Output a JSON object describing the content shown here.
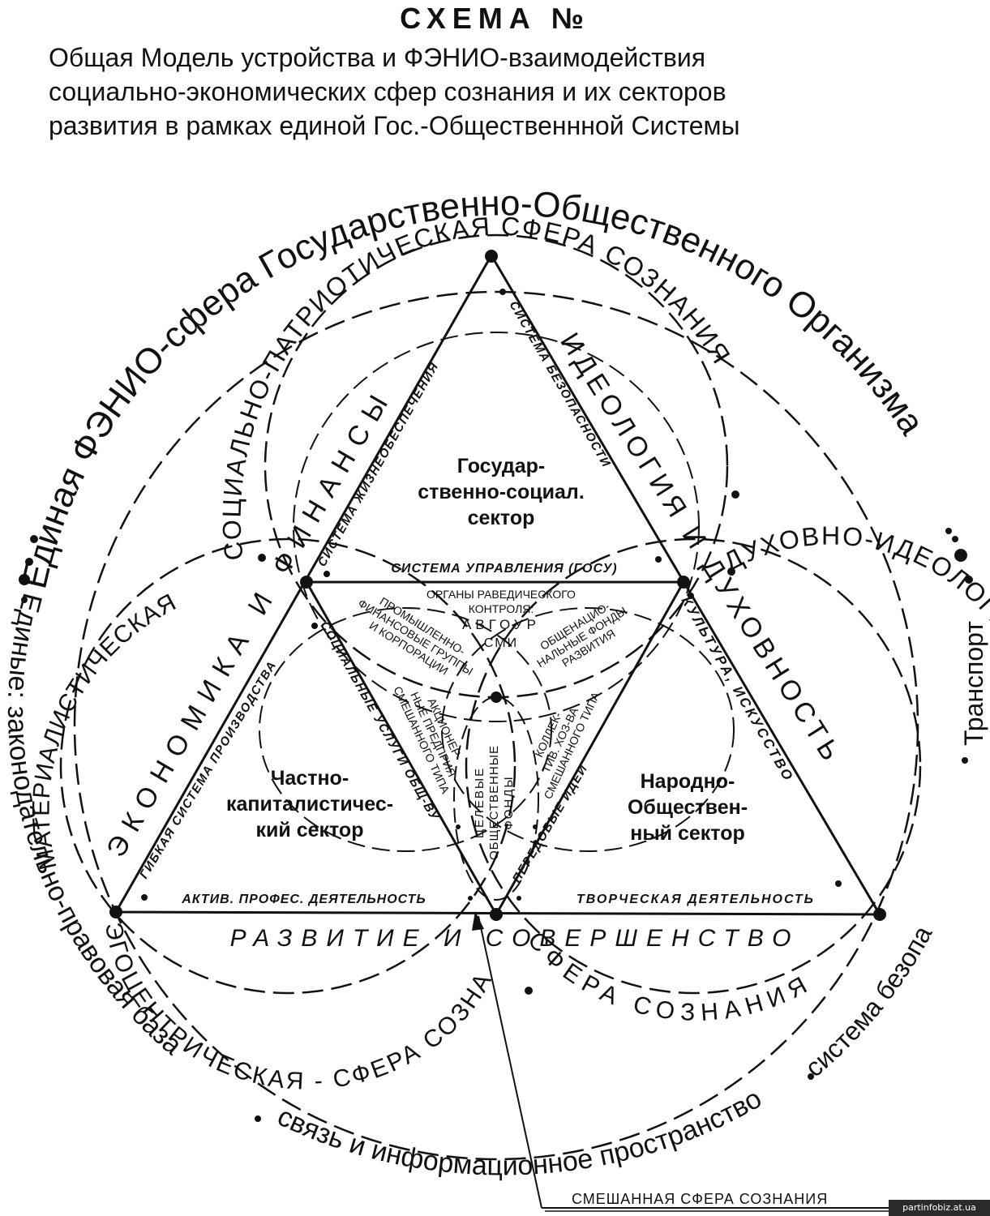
{
  "header": {
    "title": "СХЕМА №",
    "subtitle_lines": [
      "Общая Модель устройства и ФЭНИО-взаимодействия",
      "социально-экономических сфер сознания и их секторов",
      "развития в рамках единой Гос.-Общественнной Системы"
    ]
  },
  "diagram": {
    "outer_ring": "Единая ФЭНИО-сфера Государственно-Общественного Организма",
    "outer_right": "Транспорт",
    "outer_bottom_left": "Единые: законодательно-правовая база",
    "outer_bottom": "связь и информационное пространство",
    "outer_bottom_right": "система безопасности",
    "sphere_social": "СОЦИАЛЬНО-ПАТРИОТИЧЕСКАЯ СФЕРА СОЗНАНИЯ",
    "sphere_material": "МАТЕРИАЛИСТИЧЕСКАЯ",
    "sphere_egocentric": "ЭГОЦЕНТРИЧЕСКАЯ - СФЕРА СОЗНАНИЯ",
    "sphere_spiritual": "ДУХОВНО-ИДЕОЛОГИЧЕСКАЯ",
    "sphere_spiritual_bottom": "СФЕРА СОЗНАНИЯ",
    "axis_economy": "ЭКОНОМИКА И ФИНАНСЫ",
    "axis_ideology": "ИДЕОЛОГИЯ И ДУХОВНОСТЬ",
    "axis_development": "РАЗВИТИЕ И СОВЕРШЕНСТВО",
    "edge_life": "СИСТЕМА ЖИЗНЕОБЕСПЕЧЕНИЯ",
    "edge_security": "СИСТЕМА БЕЗОПАСНОСТИ",
    "edge_production": "ГИБКАЯ СИСТЕМА ПРОИЗВОДСТВА",
    "edge_culture": "КУЛЬТУРА, ИСКУССТВО",
    "edge_activity": "АКТИВ. ПРОФЕС. ДЕЯТЕЛЬНОСТЬ",
    "edge_creative": "ТВОРЧЕСКАЯ ДЕЯТЕЛЬНОСТЬ",
    "edge_management": "СИСТЕМА УПРАВЛЕНИЯ (ГОСУ)",
    "edge_services": "СОЦИАЛЬНЫЕ УСЛУГИ ОБЩ-ВУ",
    "edge_ideas": "ПЕРЕДОВЫЕ ИДЕИ",
    "sector_state": [
      "Государ-",
      "ственно-социал.",
      "сектор"
    ],
    "sector_private": [
      "Частно-",
      "капиталистичес-",
      "кий сектор"
    ],
    "sector_people": [
      "Народно-",
      "Обществен-",
      "ный сектор"
    ],
    "inner_control": [
      "ОРГАНЫ РАВЕДИЧЕСКОГО",
      "КОНТРОЛЯ:",
      "АВГОУР",
      "СМИ"
    ],
    "inner_industrial": [
      "ПРОМЫШЛЕННО-",
      "ФИНАНСОВЫЕ ГРУППЫ",
      "И КОРПОРАЦИИ"
    ],
    "inner_national": [
      "ОБЩЕНАЦИО-",
      "НАЛЬНЫЕ ФОНДЫ",
      "РАЗВИТИЯ"
    ],
    "inner_joint": [
      "АКЦИОНЕР-",
      "НЫЕ ПРЕДПРИЯ",
      "СМЕШАННОГО ТИПА"
    ],
    "inner_collective": [
      "КОЛЛЕК-",
      "ТИВ. ХОЗ-ВА",
      "СМЕШАННОГО ТИПА"
    ],
    "inner_funds": [
      "ЦЕЛЕВЫЕ",
      "ОБЩЕСТВЕННЫЕ",
      "ФОНДЫ"
    ],
    "mixed_sphere": "СМЕШАННАЯ СФЕРА СОЗНАНИЯ"
  },
  "watermark": "partinfobiz.at.ua"
}
